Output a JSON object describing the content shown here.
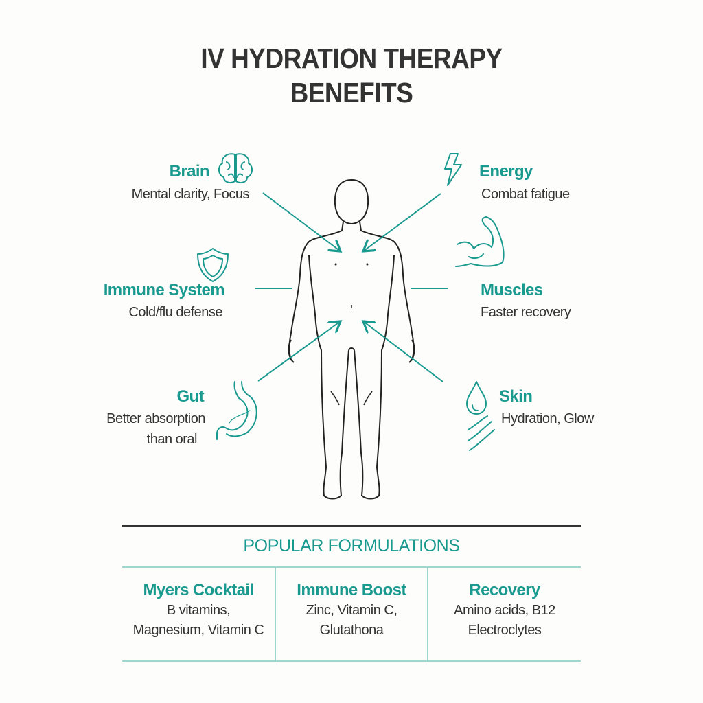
{
  "title": {
    "line1": "IV HYDRATION THERAPY",
    "line2": "BENEFITS"
  },
  "colors": {
    "accent": "#1a9a8f",
    "text": "#333333",
    "divider": "#9fd6d0"
  },
  "benefits": [
    {
      "label": "Brain",
      "desc": [
        "Mental clarity, Focus"
      ],
      "icon": "brain-icon"
    },
    {
      "label": "Energy",
      "desc": [
        "Combat fatigue"
      ],
      "icon": "lightning-bolt-icon"
    },
    {
      "label": "Immune System",
      "desc": [
        "Cold/flu defense"
      ],
      "icon": "shield-icon"
    },
    {
      "label": "Muscles",
      "desc": [
        "Faster recovery"
      ],
      "icon": "flexed-arm-icon"
    },
    {
      "label": "Gut",
      "desc": [
        "Better absorption",
        "than oral"
      ],
      "icon": "stomach-icon"
    },
    {
      "label": "Skin",
      "desc": [
        "Hydration, Glow"
      ],
      "icon": "water-drop-icon"
    }
  ],
  "formulations": {
    "heading": "POPULAR FORMULATIONS",
    "items": [
      {
        "name": "Myers Cocktail",
        "lines": [
          "B vitamins,",
          "Magnesium, Vitamin C"
        ]
      },
      {
        "name": "Immune Boost",
        "lines": [
          "Zinc, Vitamin C,",
          "Glutathona"
        ]
      },
      {
        "name": "Recovery",
        "lines": [
          "Amino acids, B12",
          "Electroclytes"
        ]
      }
    ]
  }
}
